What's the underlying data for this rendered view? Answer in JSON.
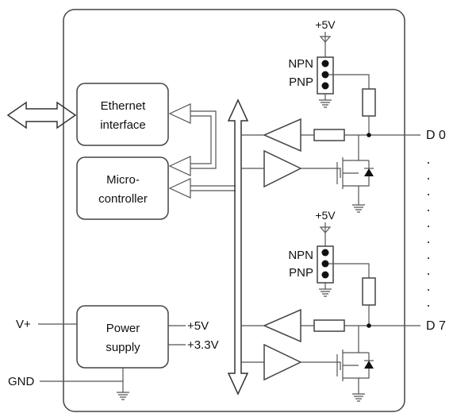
{
  "blocks": {
    "ethernet": [
      "Ethernet",
      "interface"
    ],
    "micro": [
      "Micro-",
      "controller"
    ],
    "power": [
      "Power",
      "supply"
    ]
  },
  "labels": {
    "vplus": "V+",
    "gnd": "GND",
    "out5v": "+5V",
    "out33v": "+3.3V"
  },
  "channels": [
    {
      "name": "D 0",
      "supply": "+5V",
      "jumper_top": "NPN",
      "jumper_bottom": "PNP"
    },
    {
      "name": "D 7",
      "supply": "+5V",
      "jumper_top": "NPN",
      "jumper_bottom": "PNP"
    }
  ]
}
